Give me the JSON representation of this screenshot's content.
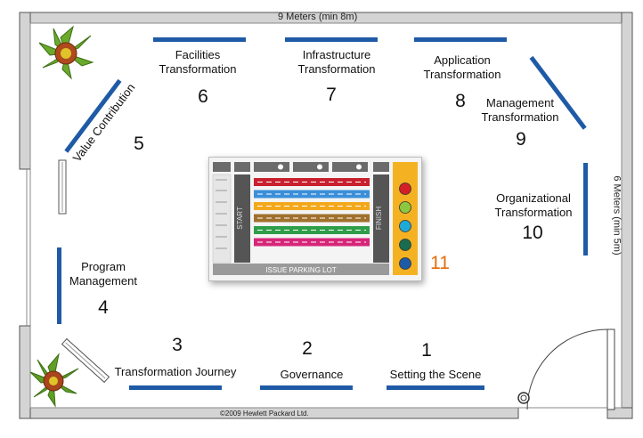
{
  "top_dimension": "9 Meters (min 8m)",
  "side_dimension": "6 Meters (min 5m)",
  "copyright": "©2009 Hewlett Packard Ltd.",
  "stations": [
    {
      "number": "1",
      "label": "Setting the Scene"
    },
    {
      "number": "2",
      "label": "Governance"
    },
    {
      "number": "3",
      "label": "Transformation Journey"
    },
    {
      "number": "4",
      "label_lines": [
        "Program",
        "Management"
      ]
    },
    {
      "number": "5",
      "label": "Value Contribution"
    },
    {
      "number": "6",
      "label_lines": [
        "Facilities",
        "Transformation"
      ]
    },
    {
      "number": "7",
      "label_lines": [
        "Infrastructure",
        "Transformation"
      ]
    },
    {
      "number": "8",
      "label_lines": [
        "Application",
        "Transformation"
      ]
    },
    {
      "number": "9",
      "label_lines": [
        "Management",
        "Transformation"
      ]
    },
    {
      "number": "10",
      "label_lines": [
        "Organizational",
        "Transformation"
      ]
    },
    {
      "number": "11"
    }
  ],
  "board": {
    "start": "START",
    "finish": "FINISH",
    "parking": "ISSUE PARKING LOT",
    "lane_colors": [
      "#c8202e",
      "#3b8fd9",
      "#f3a81c",
      "#a0702c",
      "#2f9e48",
      "#d6267a"
    ],
    "dot_colors": [
      "#d32027",
      "#8dc63f",
      "#1fa9d8",
      "#1a6b4f",
      "#1f5aa6"
    ],
    "accent": "#f4b223"
  },
  "colors": {
    "display_panel": "#1f5aa6",
    "number_11": "#e46c0a",
    "wall": "#cfcfcf"
  }
}
